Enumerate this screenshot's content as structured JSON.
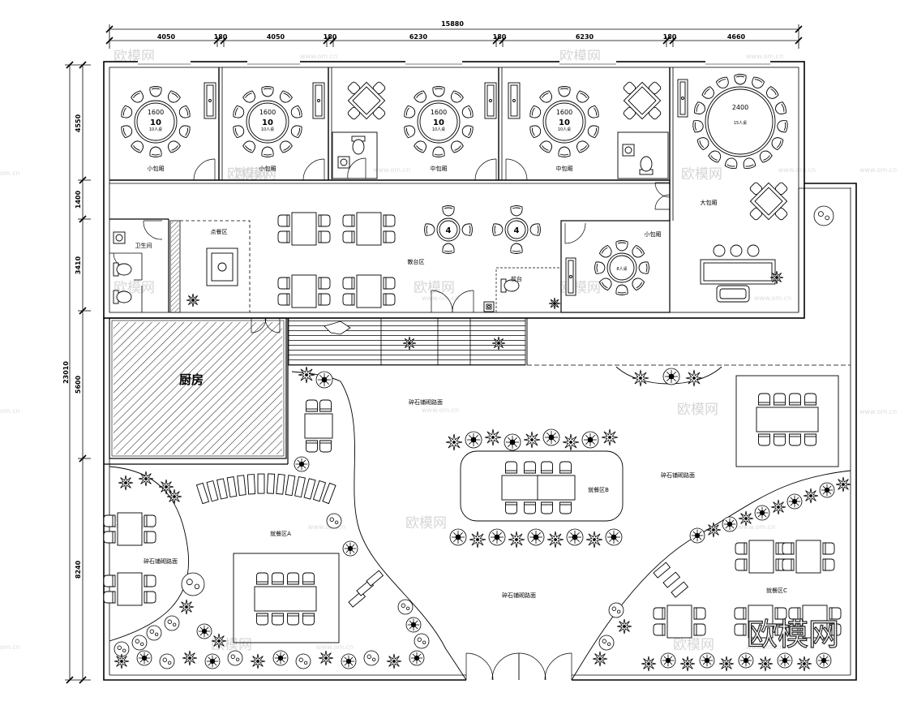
{
  "dimensions": {
    "top_total": "15880",
    "top_segments": [
      "4050",
      "180",
      "4050",
      "180",
      "6230",
      "180",
      "6230",
      "180",
      "4660"
    ],
    "left_total": "23010",
    "left_segments": [
      "4550",
      "1400",
      "3410",
      "5600",
      "8240"
    ]
  },
  "rooms": {
    "small_box_1": "小包厢",
    "small_box_2": "小包厢",
    "medium_box_1": "中包厢",
    "medium_box_2": "中包厢",
    "large_box": "大包厢",
    "small_box_3": "小包厢",
    "restroom": "卫生间",
    "order_area": "点餐区",
    "dining_hall": "散台区",
    "front_desk": "前台",
    "kitchen": "厨房",
    "outdoor_a": "就餐区A",
    "outdoor_b": "就餐区B",
    "outdoor_c": "就餐区C",
    "path_1": "碎石铺砌路面",
    "path_2": "碎石铺砌路面",
    "path_3": "碎石铺砌路面"
  },
  "tables": {
    "round_1600": "1600",
    "round_10": "10",
    "round_10_sub": "10人桌",
    "round_2400": "2400",
    "round_2400_sub": "15人桌",
    "round_8": "8人桌",
    "round_4": "4"
  },
  "watermark": {
    "brand": "欧模网",
    "url": "www.om.cn",
    "url_short": "om.cn"
  }
}
